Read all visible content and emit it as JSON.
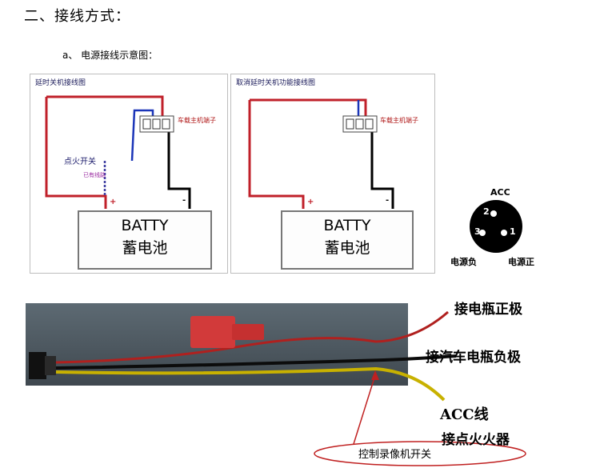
{
  "heading": "二、接线方式：",
  "subheading": "a、 电源接线示意图：",
  "diagram_left": {
    "title": "延时关机接线图",
    "terminal_label": "车载主机端子",
    "switch_label": "点火开关",
    "line_label": "已有线路",
    "battery_en": "BATTY",
    "battery_cn": "蓄电池",
    "plus": "+",
    "minus": "-"
  },
  "diagram_right": {
    "title": "取消延时关机功能接线图",
    "terminal_label": "车载主机端子",
    "battery_en": "BATTY",
    "battery_cn": "蓄电池",
    "plus": "+",
    "minus": "-"
  },
  "connector": {
    "acc": "ACC",
    "pin2": "2",
    "pin3": "3",
    "pin1": "1",
    "neg": "电源负",
    "pos": "电源正"
  },
  "photo_labels": {
    "positive": "接电瓶正极",
    "negative": "接汽车电瓶负极",
    "acc_line": "ACC线",
    "ignition": "接点火火器",
    "control": "控制录像机开关"
  }
}
